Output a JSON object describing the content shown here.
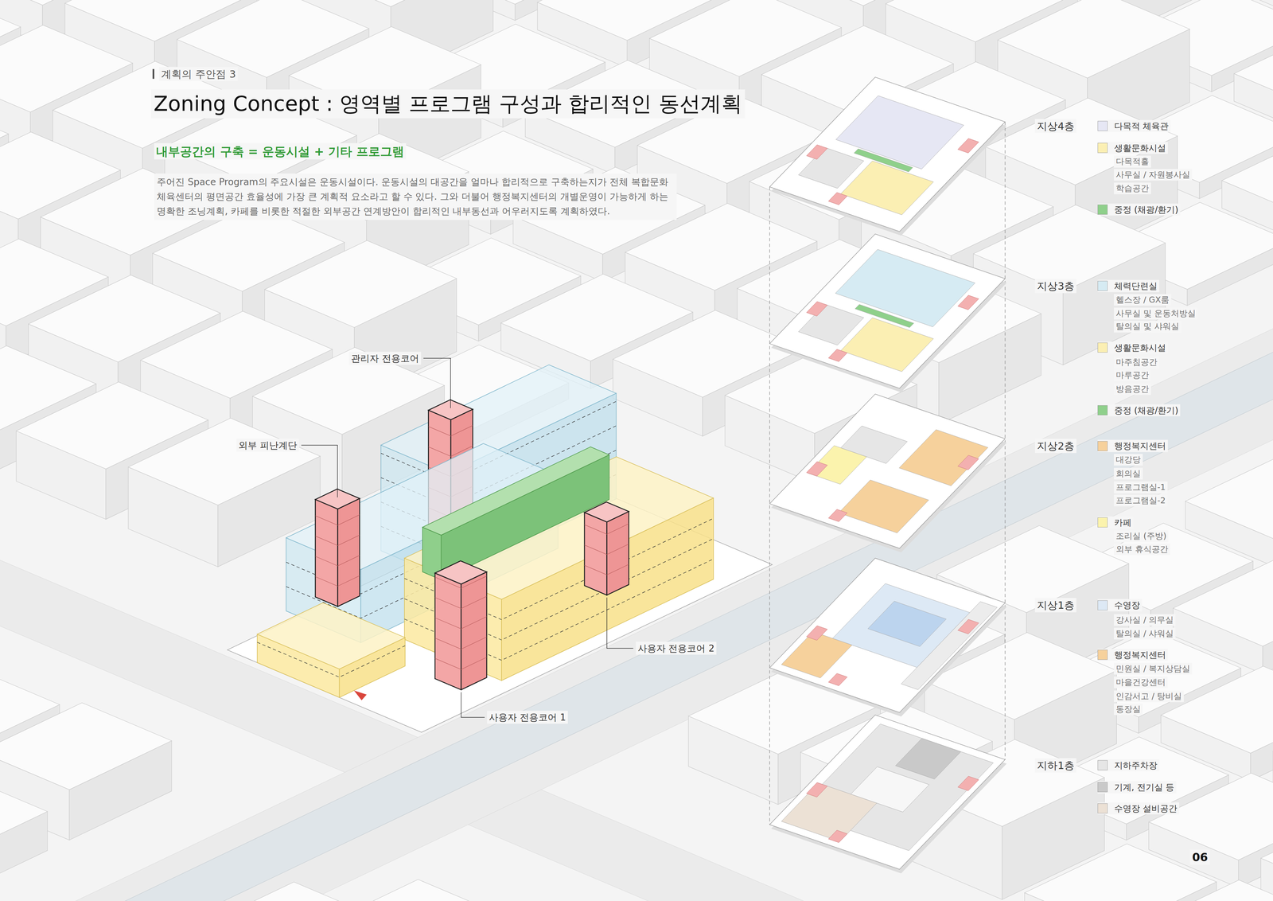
{
  "diagram": {
    "title": "Zoning Concept : 영역별 프로그램 구성과 합리적인 동선계획",
    "labels": [
      "계획의 주안점 3",
      "내부공간의 구축 = 운동시설 + 기타 프로그램",
      "주어진 Space Program의 주요시설은 운동시설이다. 운동시설의 대공간을 얼마나 합리적으로 구축하는지가 전체 복합문화체육센터의 평면공간 효율성에 가장 큰 계획적 요소라고 할 수 있다. 그와 더불어 행정복지센터의 개별운영이 가능하게 하는 명확한 조닝계획, 카페를 비롯한 적절한 외부공간 연계방안이 합리적인 내부동선과 어우러지도록 계획하였다.",
      "관리자 전용코어",
      "외부 피난계단",
      "사용자 전용코어 2",
      "사용자 전용코어 1",
      "지상4층",
      "다목적홀",
      "사무실 / 자원봉사실",
      "학습공간",
      "지상3층",
      "헬스장 / GX룸",
      "사무실 및 운동처방실",
      "탈의실 및 샤워실",
      "마주침공간",
      "마루공간",
      "방음공간",
      "지상2층",
      "대강당",
      "회의실",
      "프로그램실-1",
      "프로그램실-2",
      "조리실 (주방)",
      "외부 휴식공간",
      "지상1층",
      "강사실 / 의무실",
      "탈의실 / 샤워실",
      "민원실 / 복지상담실",
      "마을건강센터",
      "인감서고 / 탕비실",
      "동장실",
      "지하1층",
      "06"
    ],
    "legend": [
      {
        "text": "다목적 체육관",
        "color": "#e6e7f4"
      },
      {
        "text": "생활문화시설",
        "color": "#fbefb3"
      },
      {
        "text": "중정 (채광/환기)",
        "color": "#8fd08b"
      },
      {
        "text": "체력단련실",
        "color": "#d6ebf3"
      },
      {
        "text": "생활문화시설",
        "color": "#fbefb3"
      },
      {
        "text": "중정 (채광/환기)",
        "color": "#8fd08b"
      },
      {
        "text": "행정복지센터",
        "color": "#f6d19c"
      },
      {
        "text": "카페",
        "color": "#fbf3ad"
      },
      {
        "text": "수영장",
        "color": "#dde9f5"
      },
      {
        "text": "행정복지센터",
        "color": "#f6d19c"
      },
      {
        "text": "지하주차장",
        "color": "#e6e6e6"
      },
      {
        "text": "기계, 전기실 등",
        "color": "#c9c9c9"
      },
      {
        "text": "수영장 설비공간",
        "color": "#ece1d5"
      }
    ]
  }
}
